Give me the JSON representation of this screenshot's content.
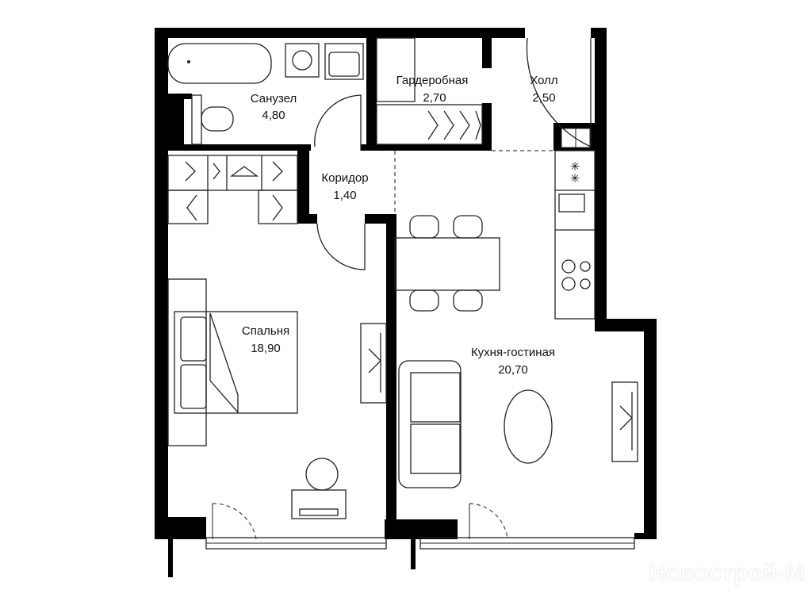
{
  "rooms": {
    "bathroom": {
      "name": "Санузел",
      "area": "4,80"
    },
    "wardrobe": {
      "name": "Гардеробная",
      "area": "2,70"
    },
    "hall": {
      "name": "Холл",
      "area": "2,50"
    },
    "corridor": {
      "name": "Коридор",
      "area": "1,40"
    },
    "bedroom": {
      "name": "Спальня",
      "area": "18,90"
    },
    "kitchen_living": {
      "name": "Кухня-гостиная",
      "area": "20,70"
    }
  },
  "watermark": "Новострой-М",
  "colors": {
    "wall": "#000000",
    "background": "#ffffff"
  }
}
